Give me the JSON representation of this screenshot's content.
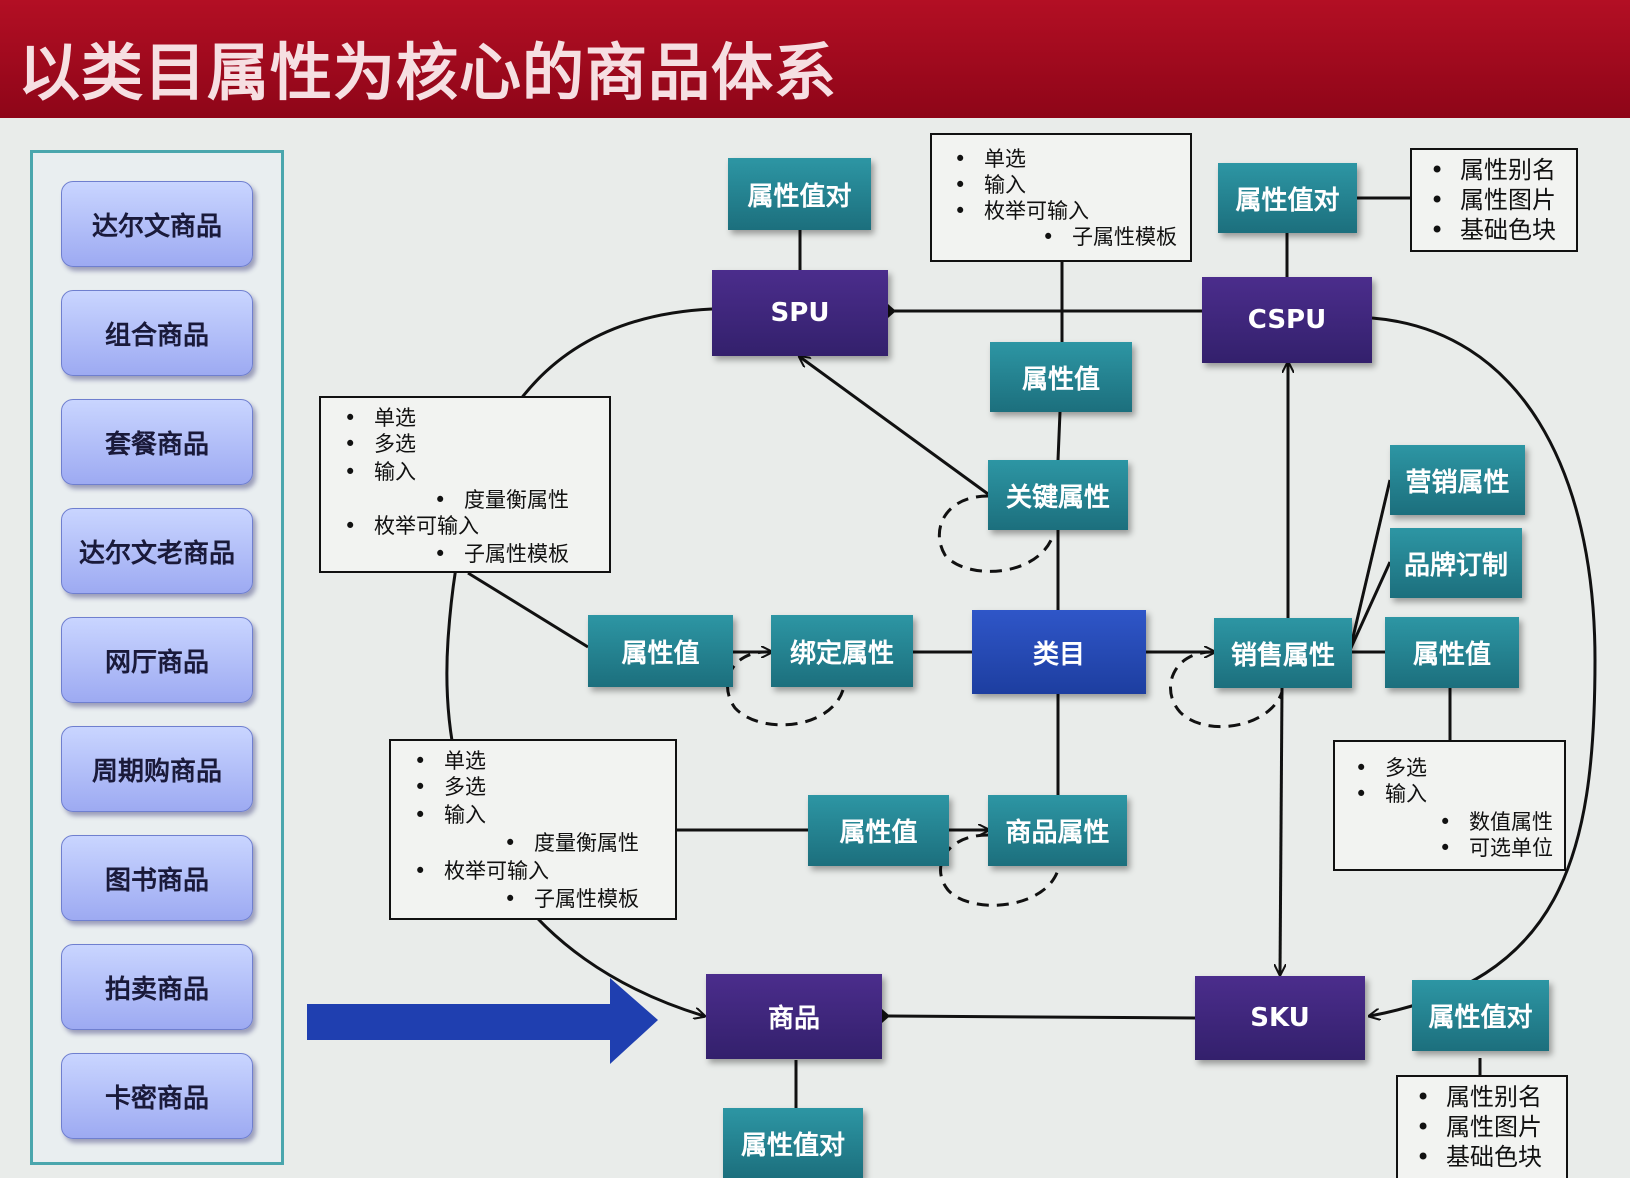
{
  "title": "以类目属性为核心的商品体系",
  "sidebar": {
    "items": [
      "达尔文商品",
      "组合商品",
      "套餐商品",
      "达尔文老商品",
      "网厅商品",
      "周期购商品",
      "图书商品",
      "拍卖商品",
      "卡密商品"
    ]
  },
  "nodes": {
    "spu": "SPU",
    "cspu": "CSPU",
    "sku": "SKU",
    "goods": "商品",
    "category": "类目",
    "spu_attr_pair": "属性值对",
    "cspu_attr_pair": "属性值对",
    "sku_attr_pair": "属性值对",
    "goods_attr_pair": "属性值对",
    "key_attr_value": "属性值",
    "key_attr": "关键属性",
    "bind_attr_value": "属性值",
    "bind_attr": "绑定属性",
    "goods_attr_value": "属性值",
    "goods_attr": "商品属性",
    "sale_attr": "销售属性",
    "marketing_attr": "营销属性",
    "brand_custom": "品牌订制",
    "sale_attr_value": "属性值"
  },
  "boxes": {
    "top_mid": [
      "单选",
      "输入",
      "枚举可输入",
      "子属性模板"
    ],
    "top_right": [
      "属性别名",
      "属性图片",
      "基础色块"
    ],
    "left_upper": [
      "单选",
      "多选",
      "输入",
      "度量衡属性",
      "枚举可输入",
      "子属性模板"
    ],
    "left_lower": [
      "单选",
      "多选",
      "输入",
      "度量衡属性",
      "枚举可输入",
      "子属性模板"
    ],
    "right_mid": [
      "多选",
      "输入",
      "数值属性",
      "可选单位"
    ],
    "bottom_right": [
      "属性别名",
      "属性图片",
      "基础色块"
    ]
  },
  "colors": {
    "title_bar": "#a00a1e",
    "teal": "#1f7a88",
    "purple": "#3a2478",
    "blue": "#2447b4",
    "sidebar_button": "#aab6f6",
    "arrow": "#1f3fb0"
  }
}
